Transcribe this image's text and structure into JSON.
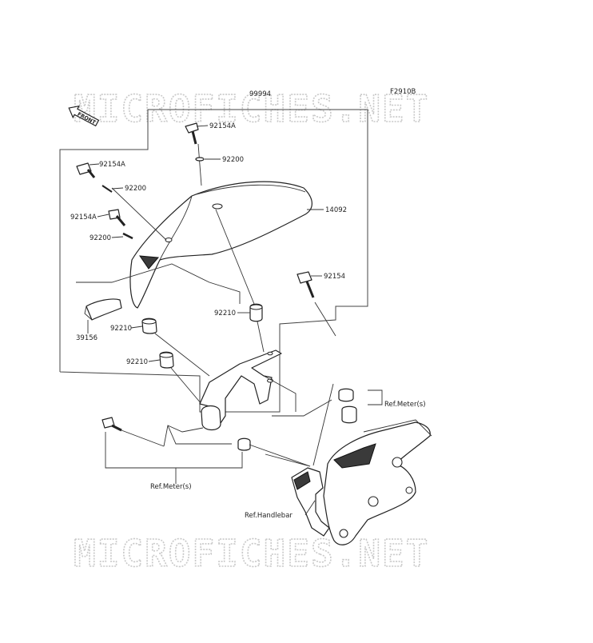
{
  "figure_code": "F2910B",
  "group_code": "99994",
  "front_label": "FRONT",
  "watermark": "MICROFICHES.NET",
  "parts": {
    "p92154A_top": "92154A",
    "p92200_top": "92200",
    "p14092": "14092",
    "p92154A_left1": "92154A",
    "p92200_left1": "92200",
    "p92154A_left2": "92154A",
    "p92200_left2": "92200",
    "p39156": "39156",
    "p92154_right": "92154",
    "p92210_mid": "92210",
    "p92210_left1": "92210",
    "p92210_left2": "92210"
  },
  "refs": {
    "meter_right": "Ref.Meter(s)",
    "meter_left": "Ref.Meter(s)",
    "handlebar": "Ref.Handlebar"
  },
  "colors": {
    "line": "#222222",
    "watermark": "#c9c9c9",
    "background": "#ffffff"
  }
}
